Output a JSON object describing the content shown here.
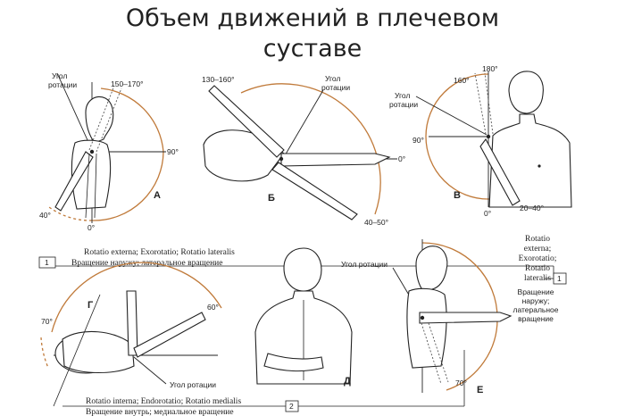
{
  "title": {
    "line1": "Объем движений в плечевом",
    "line2": "суставе"
  },
  "panel_a": {
    "letter": "А",
    "rotation_label": [
      "Угол",
      "ротации"
    ],
    "angle_top": "150–170°",
    "angle_right": "90°",
    "angle_bottom_left": "40°",
    "angle_bottom": "0°"
  },
  "panel_b": {
    "letter": "Б",
    "rotation_label": [
      "Угол",
      "ротации"
    ],
    "angle_top": "130–160°",
    "angle_right": "0°",
    "angle_bottom": "40–50°"
  },
  "panel_v": {
    "letter": "В",
    "rotation_label": [
      "Угол",
      "ротации"
    ],
    "angle_top": "180°",
    "angle_top_left": "160°",
    "angle_left": "90°",
    "angle_bottom": "0°",
    "angle_bottom_right": "20–40°"
  },
  "panel_g": {
    "letter": "Г",
    "angle_left": "70°",
    "angle_right": "60°",
    "rotation_label": "Угол ротации"
  },
  "panel_d": {
    "letter": "Д"
  },
  "panel_e": {
    "letter": "Е",
    "rotation_label": "Угол ротации",
    "angle_bottom": "70°",
    "external_text": [
      "Rotatio",
      "externa;",
      "Exorotatio;",
      "Rotatio",
      "lateralis"
    ],
    "external_ru": [
      "Вращение",
      "наружу;",
      "латеральное",
      "вращение"
    ]
  },
  "box1": {
    "number": "1",
    "line1": "Rotatio externa; Exorotatio; Rotatio lateralis",
    "line2": "Вращение наружу; латеральное вращение"
  },
  "box2": {
    "number": "2",
    "line1": "Rotatio interna; Endorotatio; Rotatio medialis",
    "line2": "Вращение внутрь; медиальное вращение"
  },
  "colors": {
    "arc": "#c07a3a",
    "ink": "#222222"
  }
}
